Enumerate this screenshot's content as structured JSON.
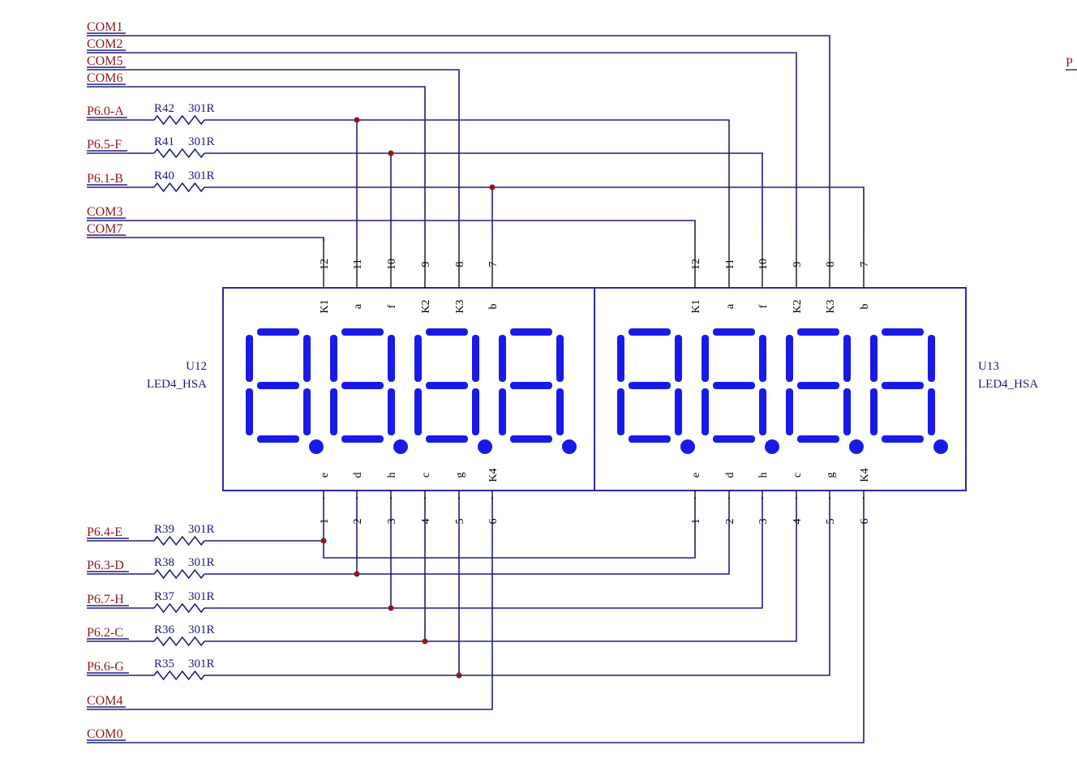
{
  "top_nets": [
    {
      "name": "COM1",
      "target": "U13.8"
    },
    {
      "name": "COM2",
      "target": "U13.9"
    },
    {
      "name": "COM5",
      "target": "U12.8"
    },
    {
      "name": "COM6",
      "target": "U12.9"
    }
  ],
  "top_resistor_nets": [
    {
      "net": "P6.0-A",
      "ref": "R42",
      "value": "301R"
    },
    {
      "net": "P6.5-F",
      "ref": "R41",
      "value": "301R"
    },
    {
      "net": "P6.1-B",
      "ref": "R40",
      "value": "301R"
    }
  ],
  "mid_nets": [
    {
      "name": "COM3",
      "target": "U13.12"
    },
    {
      "name": "COM7",
      "target": "U12.12"
    }
  ],
  "bottom_resistor_nets": [
    {
      "net": "P6.4-E",
      "ref": "R39",
      "value": "301R"
    },
    {
      "net": "P6.3-D",
      "ref": "R38",
      "value": "301R"
    },
    {
      "net": "P6.7-H",
      "ref": "R37",
      "value": "301R"
    },
    {
      "net": "P6.2-C",
      "ref": "R36",
      "value": "301R"
    },
    {
      "net": "P6.6-G",
      "ref": "R35",
      "value": "301R"
    }
  ],
  "bottom_nets": [
    {
      "name": "COM4",
      "target": "U12.6"
    },
    {
      "name": "COM0",
      "target": "U13.6"
    }
  ],
  "edge_fragment": "P",
  "components": [
    {
      "ref": "U12",
      "part": "LED4_HSA"
    },
    {
      "ref": "U13",
      "part": "LED4_HSA"
    }
  ],
  "top_pins": [
    {
      "num": "12",
      "name": "K1"
    },
    {
      "num": "11",
      "name": "a"
    },
    {
      "num": "10",
      "name": "f"
    },
    {
      "num": "9",
      "name": "K2"
    },
    {
      "num": "8",
      "name": "K3"
    },
    {
      "num": "7",
      "name": "b"
    }
  ],
  "bottom_pins": [
    {
      "num": "1",
      "name": "e"
    },
    {
      "num": "2",
      "name": "d"
    },
    {
      "num": "3",
      "name": "h"
    },
    {
      "num": "4",
      "name": "c"
    },
    {
      "num": "5",
      "name": "g"
    },
    {
      "num": "6",
      "name": "K4"
    }
  ],
  "digit_display": "8.8.8.8.",
  "colors": {
    "net_label": "#8b1a1a",
    "wire": "#1e1e80",
    "segment": "#1a1ae8",
    "junction": "#8b1a1a"
  }
}
